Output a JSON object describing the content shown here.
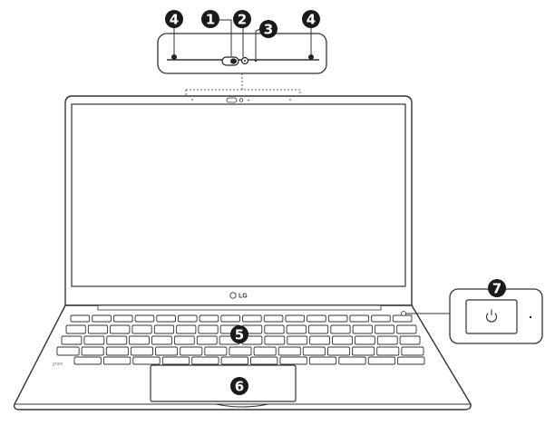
{
  "callouts": [
    {
      "id": "camera-switch",
      "number": "1"
    },
    {
      "id": "camera",
      "number": "2"
    },
    {
      "id": "camera-indicator",
      "number": "3"
    },
    {
      "id": "microphone-left",
      "number": "4"
    },
    {
      "id": "microphone-right",
      "number": "4"
    },
    {
      "id": "keyboard",
      "number": "5"
    },
    {
      "id": "touchpad",
      "number": "6"
    },
    {
      "id": "power-button",
      "number": "7"
    }
  ],
  "laptop": {
    "logo_text": "LG",
    "brand_text": "gram"
  },
  "icons": {
    "power": "power-icon",
    "webcam": "webcam-icon"
  }
}
